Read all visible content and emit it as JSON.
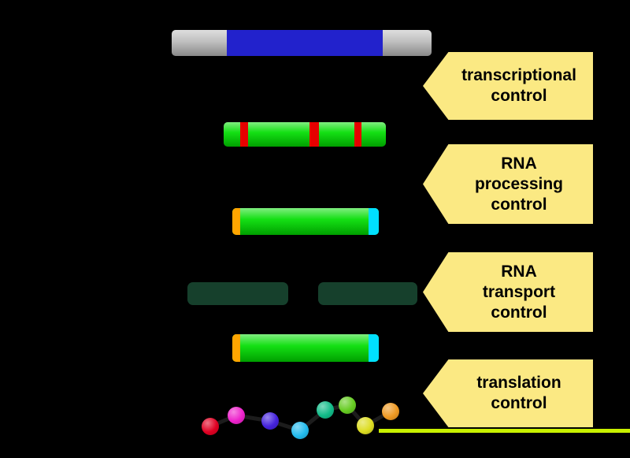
{
  "title": "post-transcriptional gene expression control diagram",
  "colors": {
    "background": "#000000",
    "callout_fill": "#fbe983",
    "callout_text": "#000000",
    "dna_gray": "#bdbdbd",
    "dna_blue": "#2222cc",
    "transcript_green": "#00dd00",
    "intron_red": "#e60000",
    "cap_orange": "#ffa500",
    "tail_cyan": "#00e0ff",
    "membrane_dark": "#16402c",
    "lime_line": "#c8f000",
    "chain_line": "#1c1c1c"
  },
  "callouts": [
    {
      "label": "transcriptional\ncontrol"
    },
    {
      "label": "RNA\nprocessing\ncontrol"
    },
    {
      "label": "RNA\ntransport\ncontrol"
    },
    {
      "label": "translation\ncontrol"
    }
  ],
  "protein": {
    "bead_colors": [
      "#e00022",
      "#ee22cc",
      "#4422dd",
      "#22bbee",
      "#11bb88",
      "#66cc22",
      "#dddd22",
      "#ee9922"
    ]
  }
}
